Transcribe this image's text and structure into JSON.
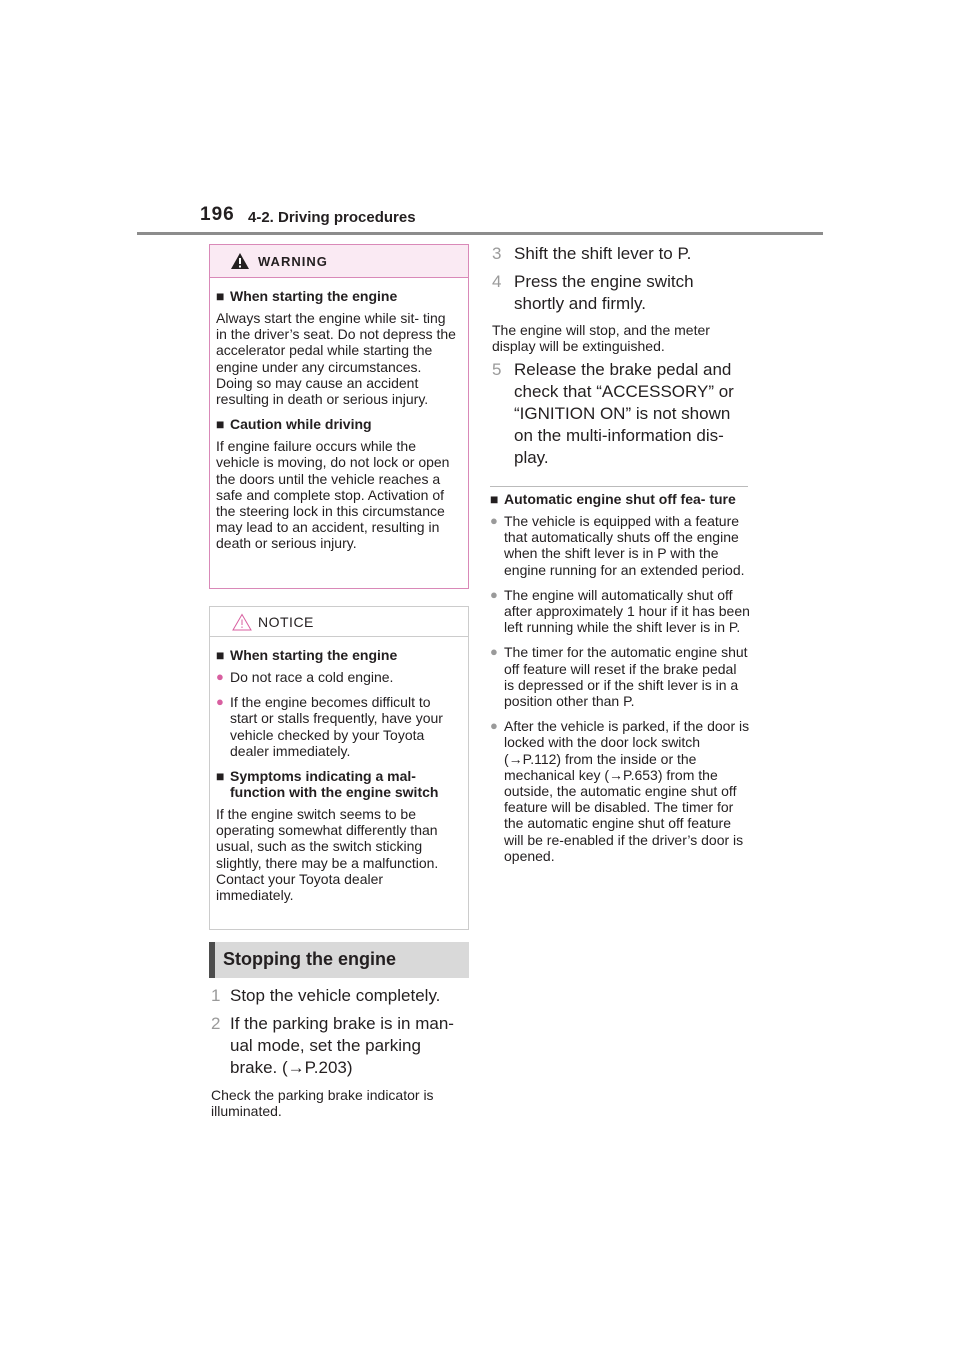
{
  "header": {
    "page_number": "196",
    "section": "4-2. Driving procedures"
  },
  "warning": {
    "label": "WARNING",
    "sub1": {
      "title": "When starting the engine",
      "text": "Always start the engine while sit- ting in the driver’s seat. Do not depress the accelerator pedal while starting the engine under any circumstances. Doing so may cause an accident resulting in death or serious injury."
    },
    "sub2": {
      "title": "Caution while driving",
      "text": "If engine failure occurs while the vehicle is moving, do not lock or open the doors until the vehicle reaches a safe and complete stop. Activation of the steering lock in this circumstance may lead to an accident, resulting in death or serious injury."
    }
  },
  "notice": {
    "label": "NOTICE",
    "sub1": {
      "title": "When starting the engine",
      "bullets": [
        "Do not race a cold engine.",
        "If the engine becomes difficult to start or stalls frequently, have your vehicle checked by your Toyota dealer immediately."
      ]
    },
    "sub2": {
      "title": "Symptoms indicating a mal- function with the engine switch",
      "text": "If the engine switch seems to be operating somewhat differently than usual, such as the switch sticking slightly, there may be a malfunction. Contact your Toyota dealer immediately."
    }
  },
  "section_title": "Stopping the engine",
  "steps": [
    {
      "num": "1",
      "text": "Stop the vehicle completely."
    },
    {
      "num": "2",
      "text": "If the parking brake is in man- ual mode, set the parking brake. (→P.203)"
    },
    {
      "num": "3",
      "text": "Shift the shift lever to P."
    },
    {
      "num": "4",
      "text": "Press the engine switch shortly and firmly."
    },
    {
      "num": "5",
      "text": "Release the brake pedal and check that “ACCESSORY” or “IGNITION ON” is not shown on the multi-information dis- play."
    }
  ],
  "notes": {
    "after_step2": "Check the parking brake indicator is illuminated.",
    "after_step4": "The engine will stop, and the meter display will be extinguished."
  },
  "auto_shutoff": {
    "title": "Automatic engine shut off fea- ture",
    "bullets": [
      "The vehicle is equipped with a feature that automatically shuts off the engine when the shift lever is in P with the engine running for an extended period.",
      "The engine will automatically shut off after approximately 1 hour if it has been left running while the shift lever is in P.",
      "The timer for the automatic engine shut off feature will reset if the brake pedal is depressed or if the shift lever is in a position other than P.",
      "After the vehicle is parked, if the door is locked with the door lock switch (→P.112) from the inside or the mechanical key (→P.653) from the outside, the automatic engine shut off feature will be disabled. The timer for the automatic engine shut off feature will be re-enabled if the driver’s door is opened."
    ]
  },
  "icons": {
    "warning": "warning-triangle-icon",
    "notice": "notice-triangle-icon"
  },
  "colors": {
    "warning_border": "#d989b8",
    "bullet_pink": "#d85fa0"
  }
}
